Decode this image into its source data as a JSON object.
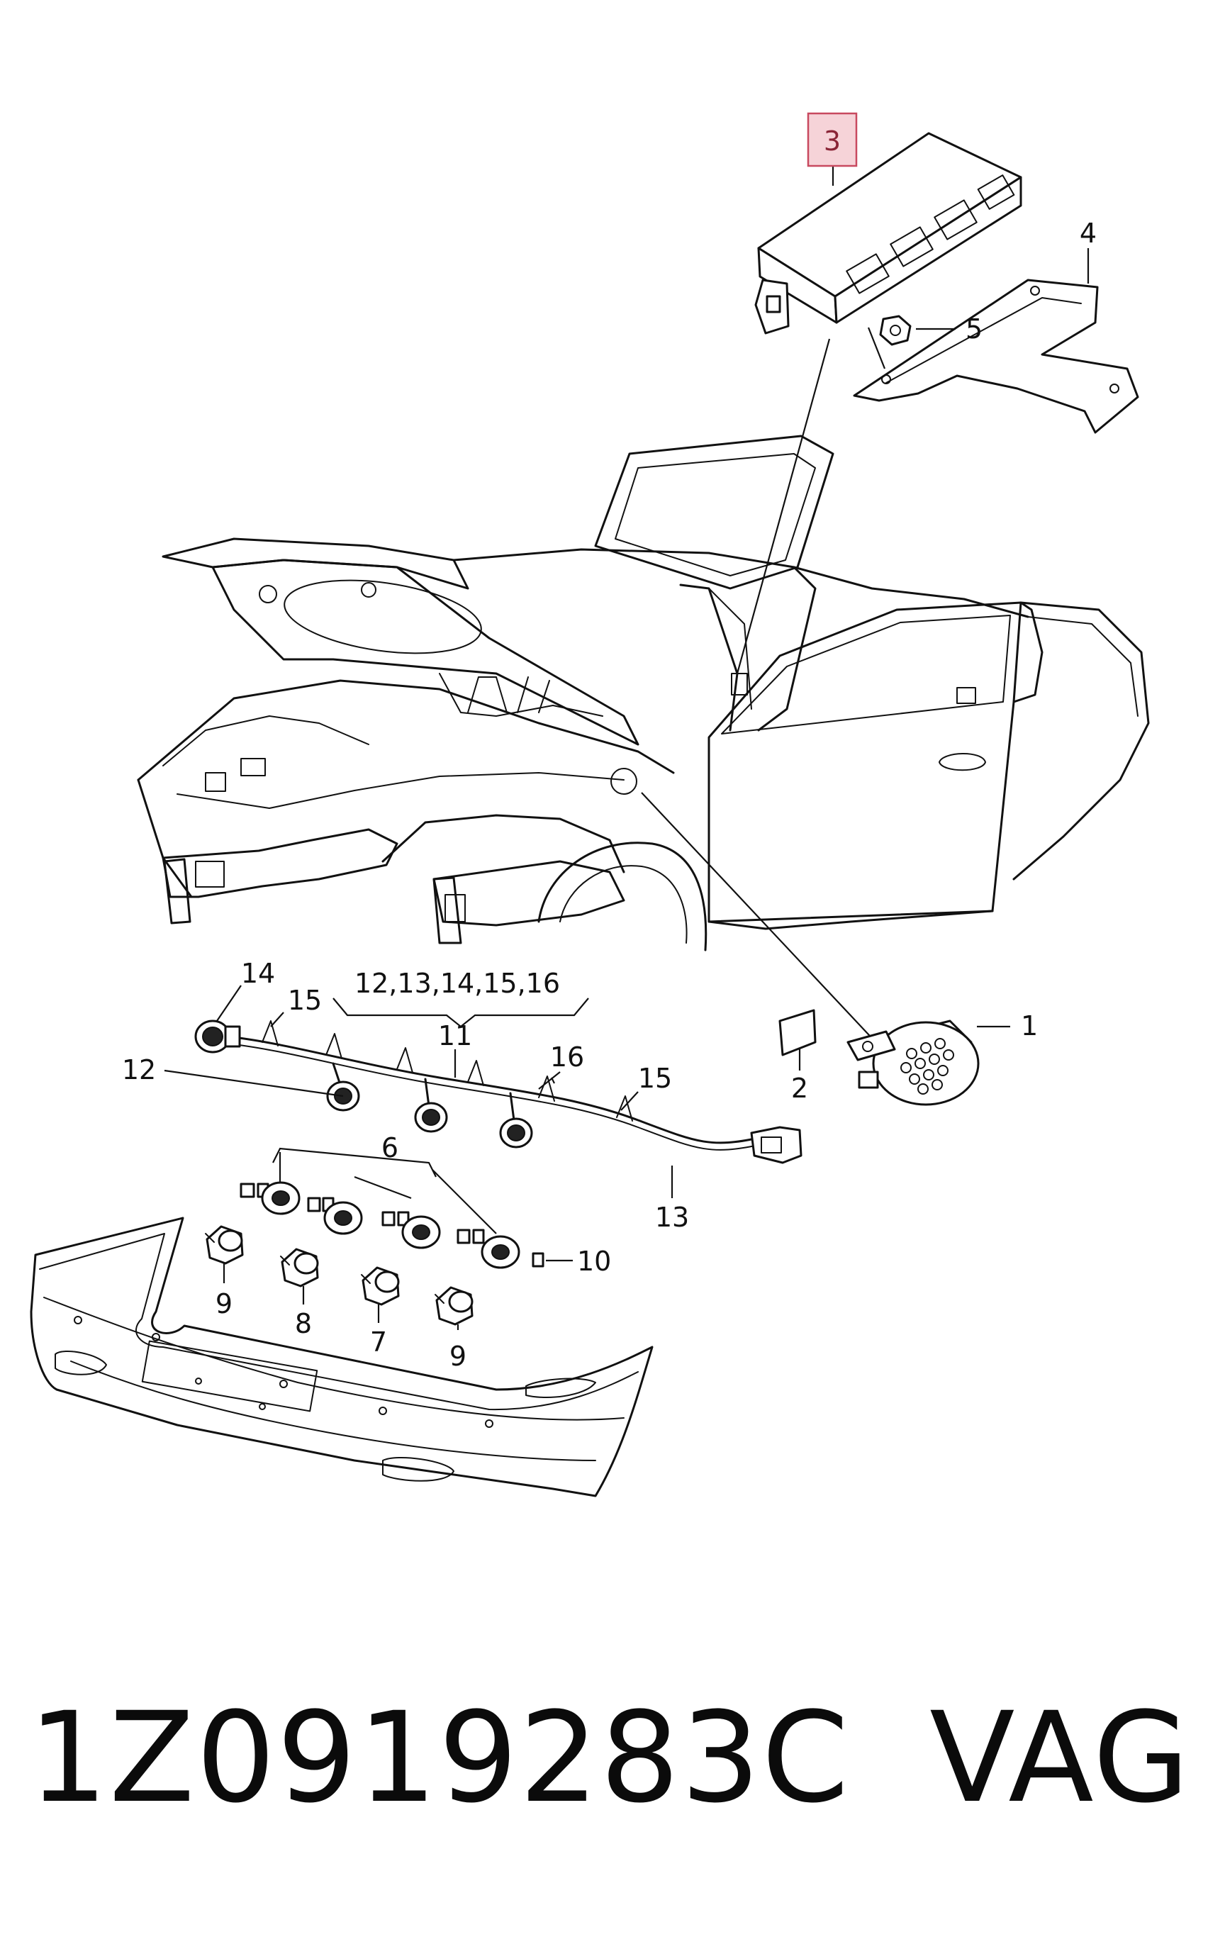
{
  "diagram": {
    "highlighted_callout": "3",
    "callouts": {
      "c1": "1",
      "c2": "2",
      "c3": "3",
      "c4": "4",
      "c5": "5",
      "c6": "6",
      "c7": "7",
      "c8": "8",
      "c9a": "9",
      "c9b": "9",
      "c10": "10",
      "c11": "11",
      "c12": "12",
      "c13": "13",
      "c14": "14",
      "c15a": "15",
      "c15b": "15",
      "c16": "16",
      "group": "12,13,14,15,16"
    },
    "colors": {
      "line": "#111111",
      "highlight_fill": "#f6d3d8",
      "highlight_border": "#c8495f"
    }
  },
  "caption": {
    "part_number": "1Z0919283C",
    "brand": "VAG"
  }
}
